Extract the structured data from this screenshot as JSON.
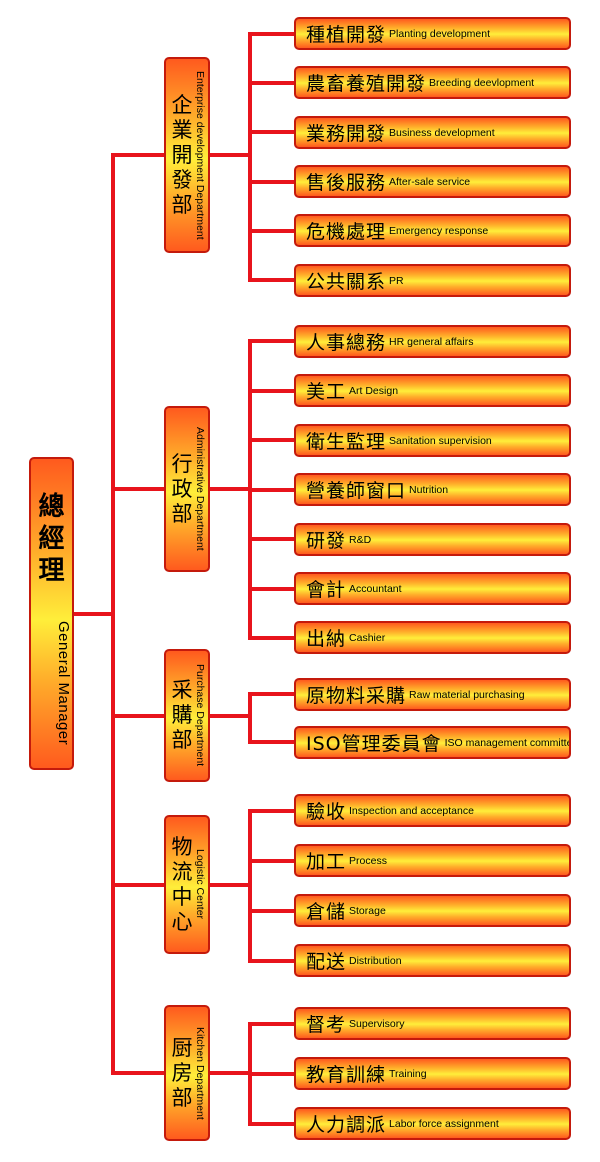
{
  "general_manager": {
    "zh": "總經理",
    "en": "General Manager"
  },
  "departments": [
    {
      "zh": "企業開發部",
      "en": "Enterprise development Department",
      "items": [
        {
          "zh": "種植開發",
          "en": "Planting development"
        },
        {
          "zh": "農畜養殖開發",
          "en": "Breeding deevlopment"
        },
        {
          "zh": "業務開發",
          "en": "Business development"
        },
        {
          "zh": "售後服務",
          "en": "After-sale service"
        },
        {
          "zh": "危機處理",
          "en": "Emergency response"
        },
        {
          "zh": "公共關系",
          "en": "PR"
        }
      ]
    },
    {
      "zh": "行政部",
      "en": "Administrative Department",
      "items": [
        {
          "zh": "人事總務",
          "en": "HR general affairs"
        },
        {
          "zh": "美工",
          "en": "Art Design"
        },
        {
          "zh": "衛生監理",
          "en": "Sanitation supervision"
        },
        {
          "zh": "營養師窗口",
          "en": "Nutrition"
        },
        {
          "zh": "研發",
          "en": "R&D"
        },
        {
          "zh": "會計",
          "en": "Accountant"
        },
        {
          "zh": "出納",
          "en": "Cashier"
        }
      ]
    },
    {
      "zh": "采購部",
      "en": "Purchase Department",
      "items": [
        {
          "zh": "原物料采購",
          "en": "Raw material purchasing"
        },
        {
          "zh": "ISO管理委員會",
          "en": "ISO management committee"
        }
      ]
    },
    {
      "zh": "物流中心",
      "en": "Logistic Center",
      "items": [
        {
          "zh": "驗收",
          "en": "Inspection and acceptance"
        },
        {
          "zh": "加工",
          "en": "Process"
        },
        {
          "zh": "倉儲",
          "en": "Storage"
        },
        {
          "zh": "配送",
          "en": "Distribution"
        }
      ]
    },
    {
      "zh": "厨房部",
      "en": "Kitchen Department",
      "items": [
        {
          "zh": "督考",
          "en": "Supervisory"
        },
        {
          "zh": "教育訓練",
          "en": "Training"
        },
        {
          "zh": "人力調派",
          "en": "Labor force assignment"
        }
      ]
    }
  ],
  "colors": {
    "connector": "#e8141c",
    "box_border": "#c41a0c",
    "gradient_edge": "#ff5a1e",
    "gradient_center": "#ffee3a"
  }
}
